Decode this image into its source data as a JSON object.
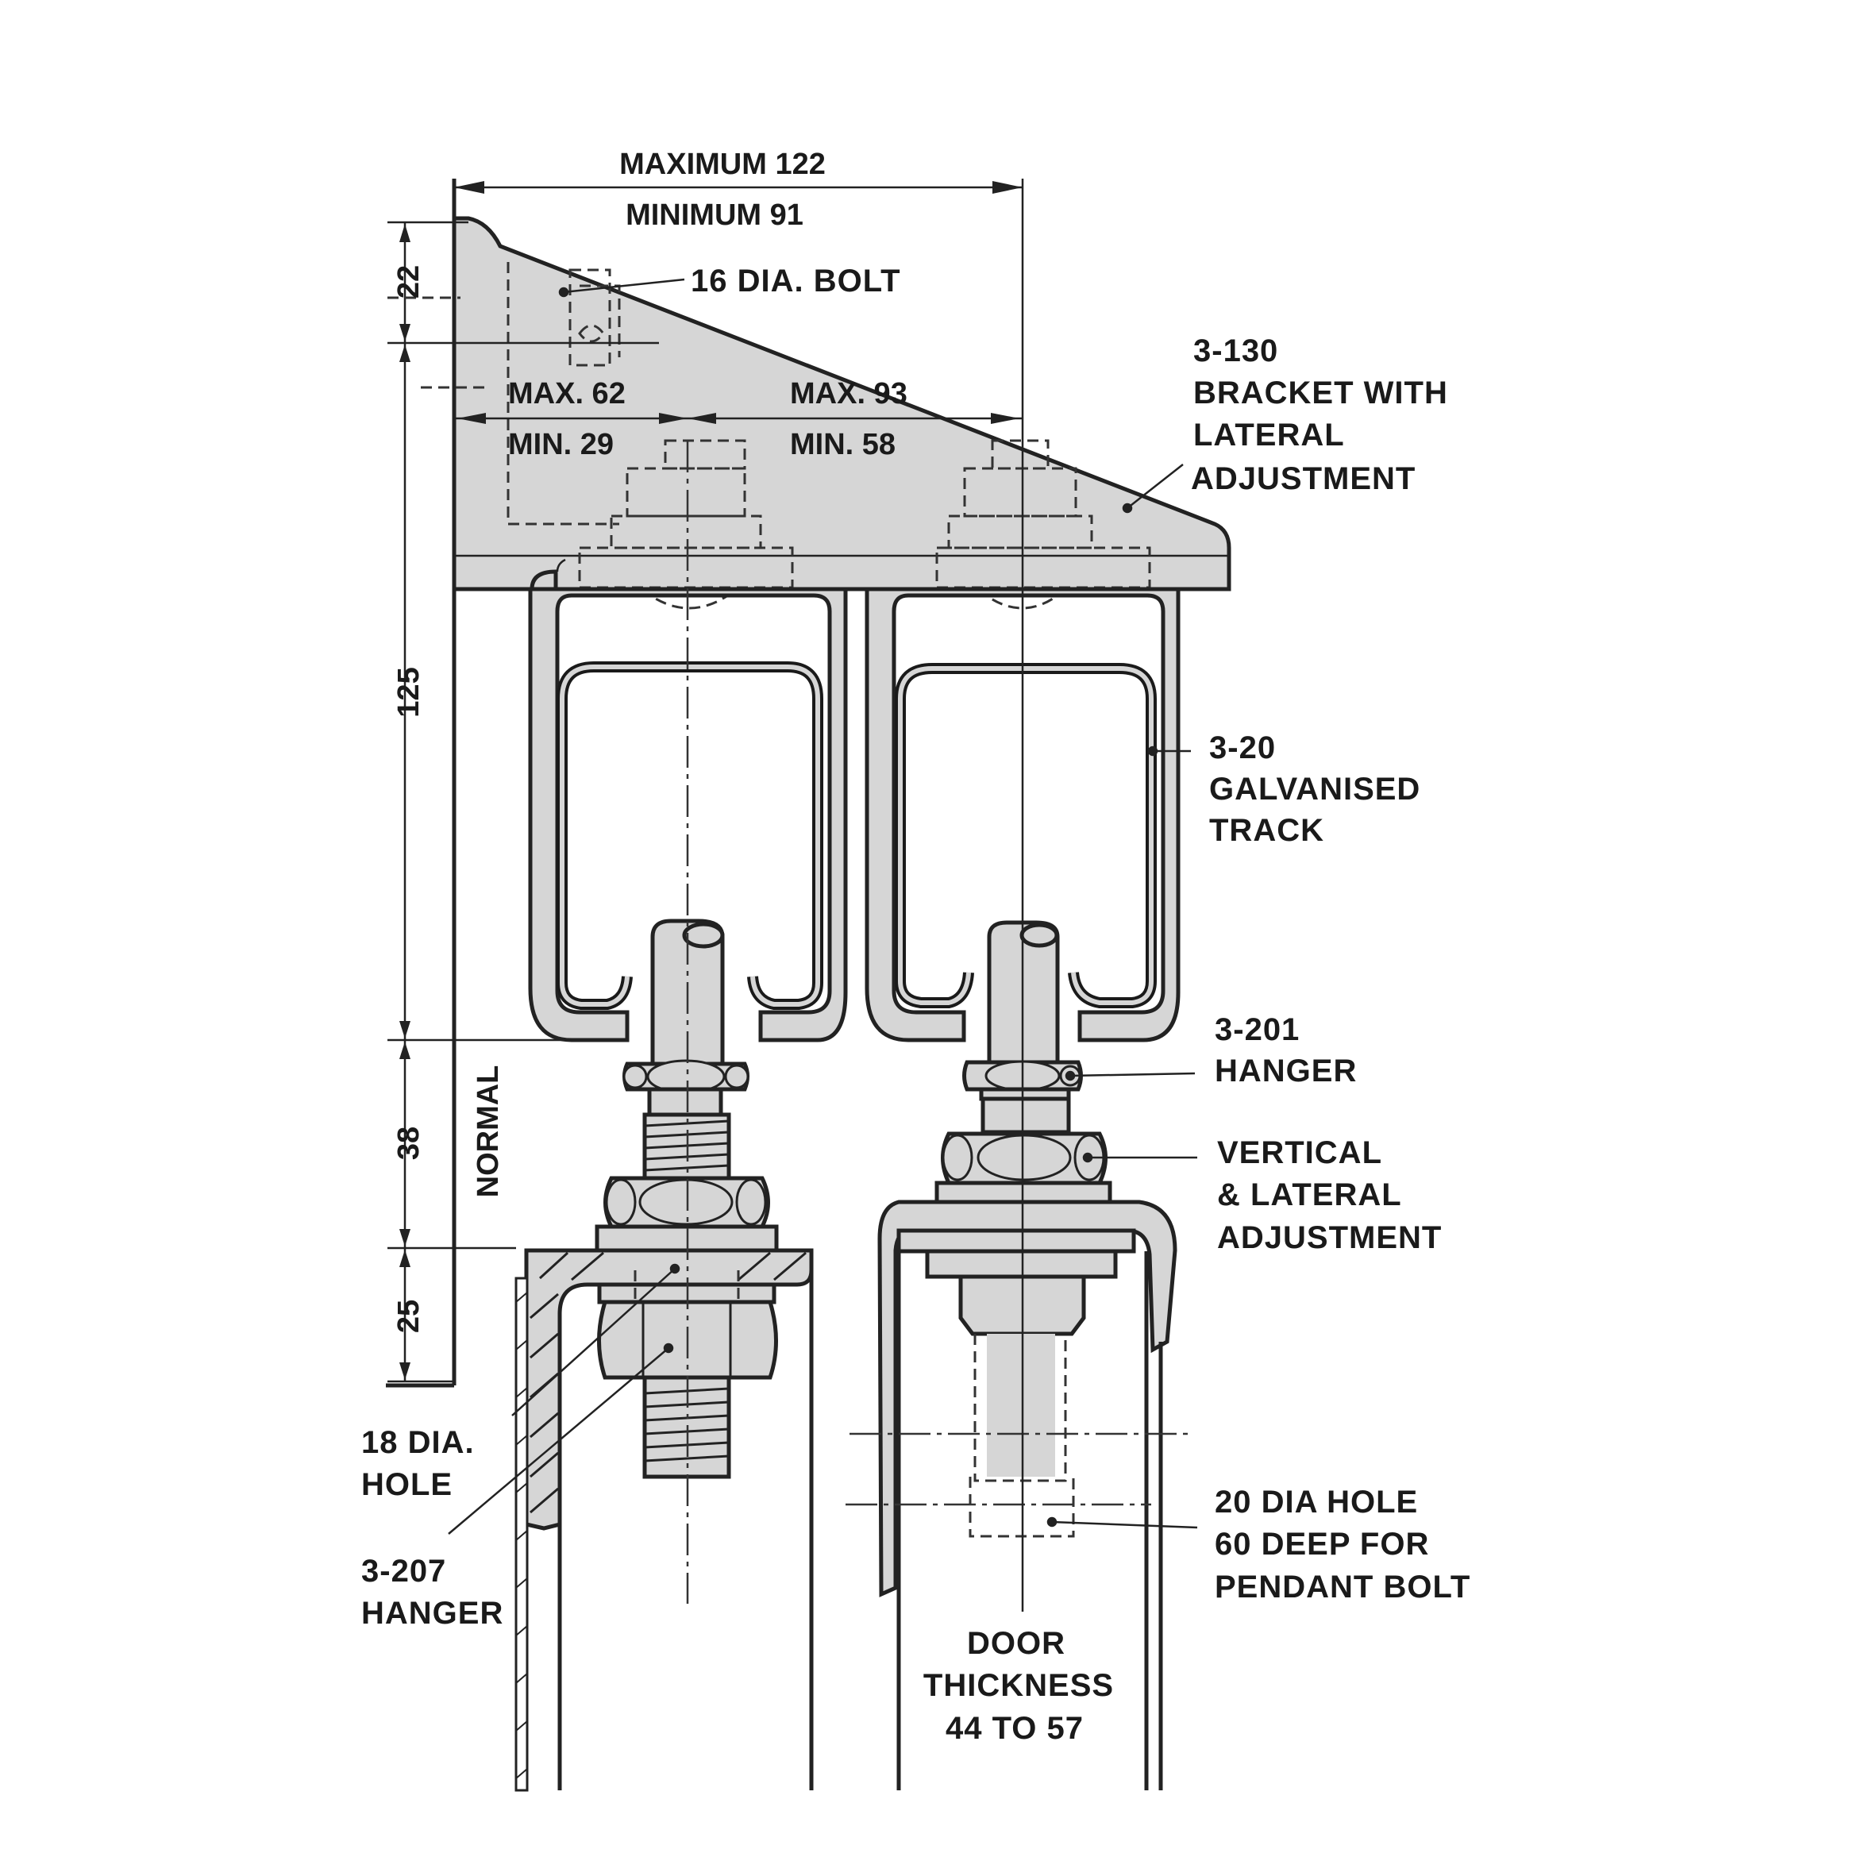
{
  "colors": {
    "metal": "#d6d6d6",
    "line": "#222222",
    "background": "#ffffff"
  },
  "dimensions": {
    "overall_max": "MAXIMUM 122",
    "overall_min": "MINIMUM 91",
    "left_max": "MAX. 62",
    "left_min": "MIN. 29",
    "right_max": "MAX. 93",
    "right_min": "MIN. 58",
    "v_22": "22",
    "v_125": "125",
    "v_38": "38",
    "v_25": "25",
    "normal": "NORMAL"
  },
  "callouts": {
    "bolt": "16 DIA. BOLT",
    "bracket": [
      "3-130",
      "BRACKET WITH",
      "LATERAL",
      "ADJUSTMENT"
    ],
    "track": [
      "3-20",
      "GALVANISED",
      "TRACK"
    ],
    "hanger_201": [
      "3-201",
      "HANGER"
    ],
    "vertical_adj": [
      "VERTICAL",
      "& LATERAL",
      "ADJUSTMENT"
    ],
    "hole_20": [
      "20 DIA HOLE",
      "60 DEEP FOR",
      "PENDANT BOLT"
    ],
    "door": [
      "DOOR",
      "THICKNESS",
      "44 TO 57"
    ],
    "hole_18": [
      "18 DIA.",
      "HOLE"
    ],
    "hanger_207": [
      "3-207",
      "HANGER"
    ]
  }
}
